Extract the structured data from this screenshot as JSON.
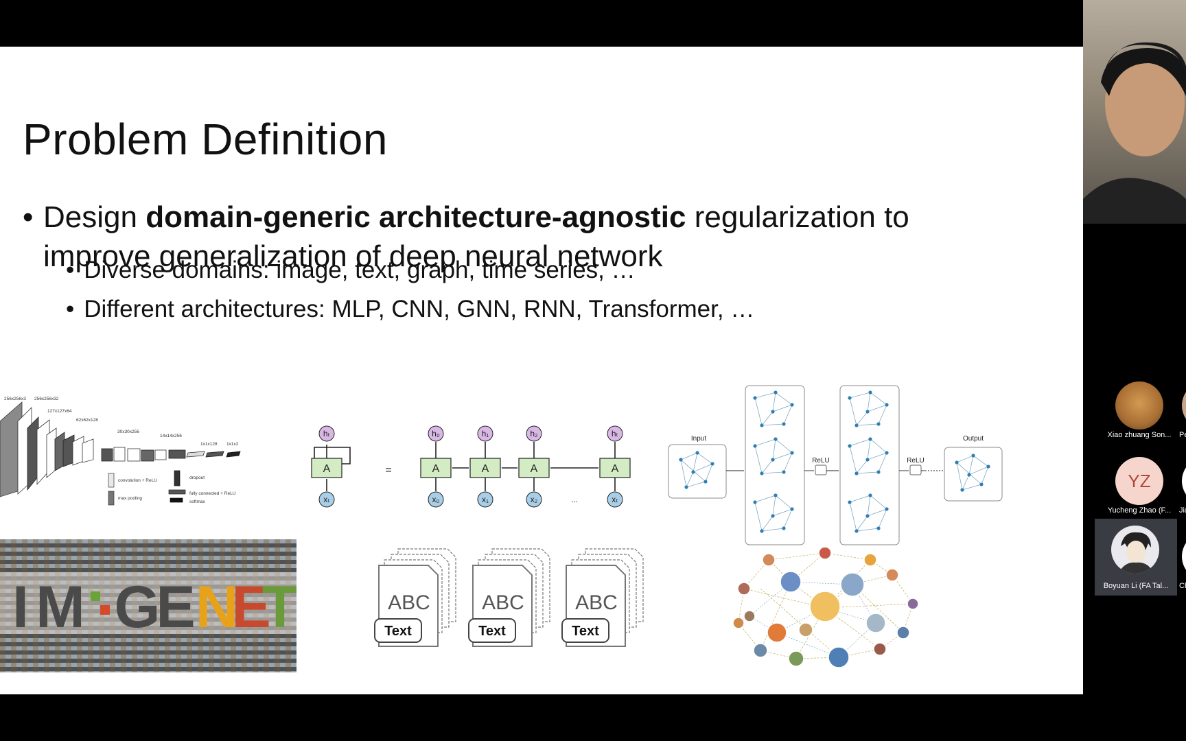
{
  "slide": {
    "title": "Problem Definition",
    "bullet_main": {
      "before": "Design ",
      "bold": "domain-generic architecture-agnostic",
      "after": " regularization to improve generalization of deep neural network"
    },
    "bullet_sub": [
      "Diverse domains: image, text, graph, time series, …",
      "Different architectures: MLP, CNN, GNN, RNN, Transformer, …"
    ],
    "cnn": {
      "dims": [
        "256x256x3",
        "256x256x32",
        "127x127x64",
        "62x62x128",
        "30x30x256",
        "14x14x256",
        "1x1x128",
        "1x1x2"
      ],
      "legend": [
        "convolution + ReLU",
        "max pooling",
        "dropout",
        "fully connected + ReLU",
        "softmax"
      ]
    },
    "rnn": {
      "cell_label": "A",
      "equals": "=",
      "h_left": "hₜ",
      "x_left": "xₜ",
      "h_units": [
        "h₀",
        "h₁",
        "h₂",
        "hₜ"
      ],
      "x_units": [
        "x₀",
        "x₁",
        "x₂",
        "xₜ"
      ],
      "ellipsis": "..."
    },
    "gnn": {
      "input": "Input",
      "output": "Output",
      "relu": "ReLU",
      "ellipsis": "..."
    },
    "imagenet": {
      "letters": [
        "I",
        "M",
        "",
        ".",
        "G",
        "E",
        "N",
        "E",
        "T"
      ]
    },
    "text_docs": {
      "abc": "ABC",
      "label": "Text"
    }
  },
  "participants": {
    "tiles": [
      {
        "name": "Xiao zhuang Son...",
        "avatar": "dog-photo"
      },
      {
        "name": "Yucheng Zhao (F...",
        "initials": "YZ"
      },
      {
        "name": "Boyuan Li (FA Tal...",
        "avatar": "cartoon-photo"
      }
    ],
    "peek_names": [
      "Pei",
      "Jiac",
      "Che"
    ]
  },
  "colors": {
    "rnn_cell": "#d3ecc4",
    "rnn_h": "#d9b8e6",
    "rnn_x": "#a9cfe8",
    "yz_avatar": "#f6d6cc"
  }
}
